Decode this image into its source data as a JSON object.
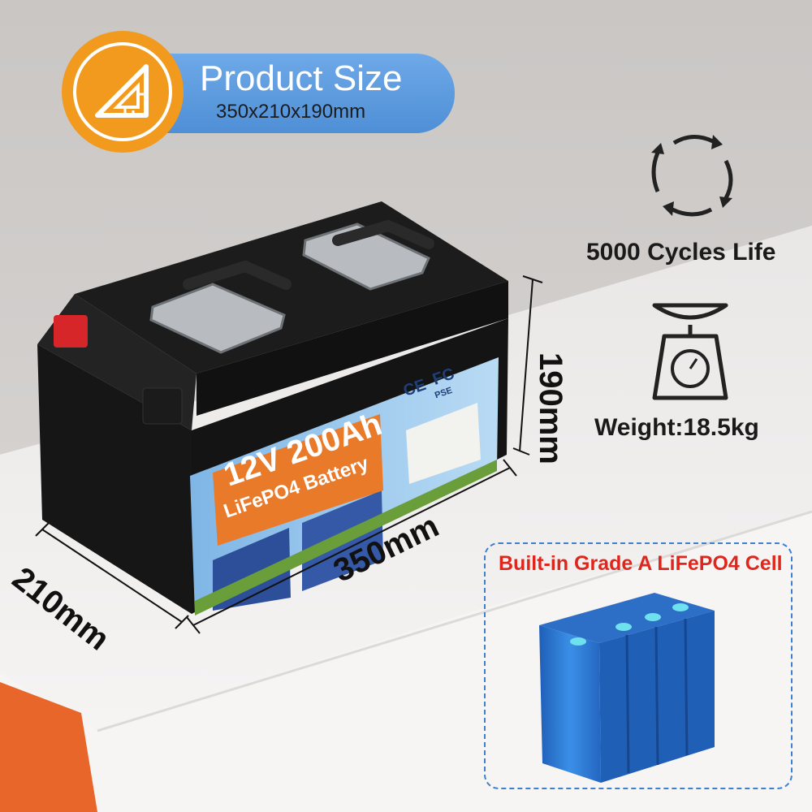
{
  "badge": {
    "title": "Product Size",
    "dimensions": "350x210x190mm",
    "icon": "ruler-triangle-icon"
  },
  "features": [
    {
      "icon": "cycle-arrows-icon",
      "label": "5000 Cycles Life"
    },
    {
      "icon": "weight-scale-icon",
      "label": "Weight:18.5kg"
    }
  ],
  "dimensions": {
    "height": "190mm",
    "depth": "210mm",
    "width": "350mm"
  },
  "battery": {
    "title": "12V 200Ah",
    "subtitle": "LiFePO4 Battery",
    "cert_marks": [
      "CE",
      "FC",
      "PSE"
    ]
  },
  "cell_inset": {
    "title": "Built-in Grade A LiFePO4 Cell"
  },
  "colors": {
    "badge_blue": "#5596dc",
    "badge_orange": "#f29a1e",
    "battery_label_orange": "#e87a2a",
    "cell_blue": "#2f78d6",
    "cell_title_red": "#e0261c",
    "corner_orange": "#e8662a"
  }
}
